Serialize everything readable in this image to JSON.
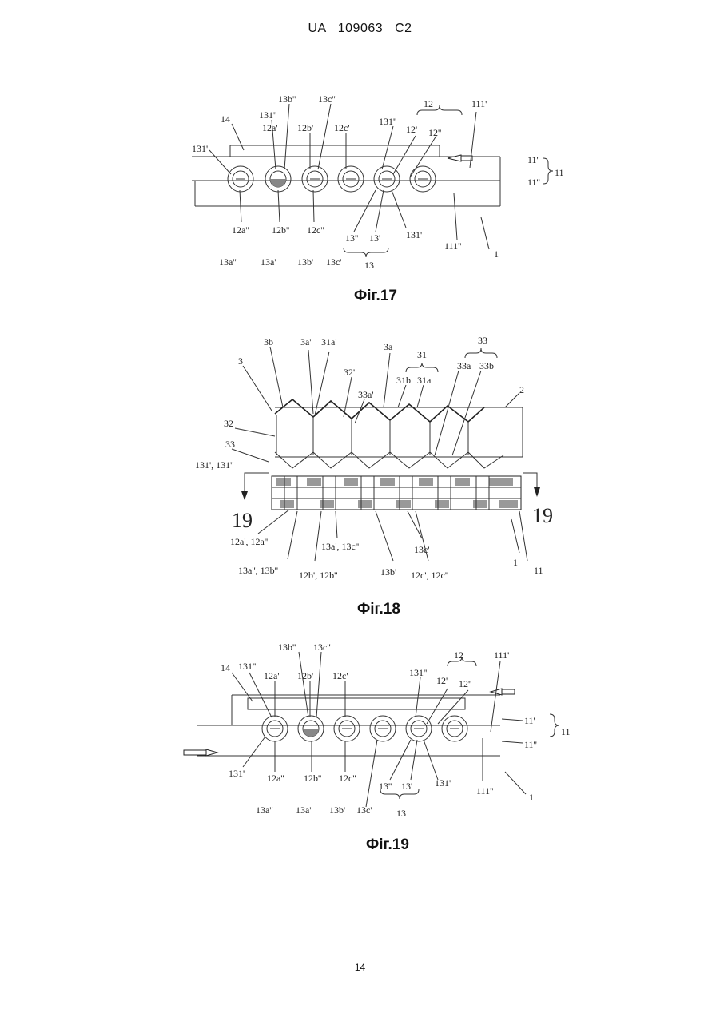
{
  "header": "UA   109063   C2",
  "page_number": "14",
  "figures": [
    {
      "caption": "Фіг.17",
      "labels": {
        "l14": "14",
        "l131pp": "131''",
        "l12ap": "12a'",
        "l13bpp": "13b''",
        "l12bp": "12b'",
        "l13cpp": "13c''",
        "l12cp": "12c'",
        "l131pp2": "131''",
        "l12": "12",
        "l12p": "12'",
        "l12pp": "12''",
        "l111p": "111'",
        "l131p": "131'",
        "l11p": "11'",
        "l11pp": "11''",
        "l11": "11",
        "l12app": "12a''",
        "l12bpp": "12b''",
        "l12cpp": "12c''",
        "l13pp": "13''",
        "l13p": "13'",
        "l131p2": "131'",
        "l111pp": "111''",
        "l1": "1",
        "l13app": "13a''",
        "l13ap": "13a'",
        "l13bp": "13b'",
        "l13cp": "13c'",
        "l13": "13"
      }
    },
    {
      "caption": "Фіг.18",
      "labels": {
        "l3b": "3b",
        "l3ap": "3a'",
        "l31ap": "31a'",
        "l3a": "3a",
        "l31": "31",
        "l33": "33",
        "l3": "3",
        "l32p": "32'",
        "l31b": "31b",
        "l31a": "31a",
        "l33a": "33a",
        "l33b": "33b",
        "l33ap": "33a'",
        "l2": "2",
        "l32": "32",
        "l33b2": "33",
        "l131": "131', 131''",
        "l19a": "19",
        "l19b": "19",
        "l12a": "12a', 12a''",
        "l13a": "13a', 13c''",
        "l13c": "13c'",
        "l1": "1",
        "l13ab": "13a'', 13b''",
        "l12b": "12b', 12b''",
        "l13bp": "13b'",
        "l12c": "12c', 12c''",
        "l11": "11"
      }
    },
    {
      "caption": "Фіг.19",
      "labels": {
        "l13bpp": "13b''",
        "l13cpp": "13c''",
        "l12": "12",
        "l111p": "111'",
        "l14": "14",
        "l131pp": "131''",
        "l12ap": "12a'",
        "l12bp": "12b'",
        "l12cp": "12c'",
        "l131pp2": "131''",
        "l12p": "12'",
        "l12pp": "12''",
        "l11p": "11'",
        "l11": "11",
        "l11pp": "11''",
        "l131p": "131'",
        "l12app": "12a''",
        "l12bpp": "12b''",
        "l12cpp": "12c''",
        "l13pp": "13''",
        "l13p": "13'",
        "l131p2": "131'",
        "l111pp": "111''",
        "l1": "1",
        "l13app": "13a''",
        "l13ap": "13a'",
        "l13bp": "13b'",
        "l13cp": "13c'",
        "l13": "13"
      }
    }
  ]
}
